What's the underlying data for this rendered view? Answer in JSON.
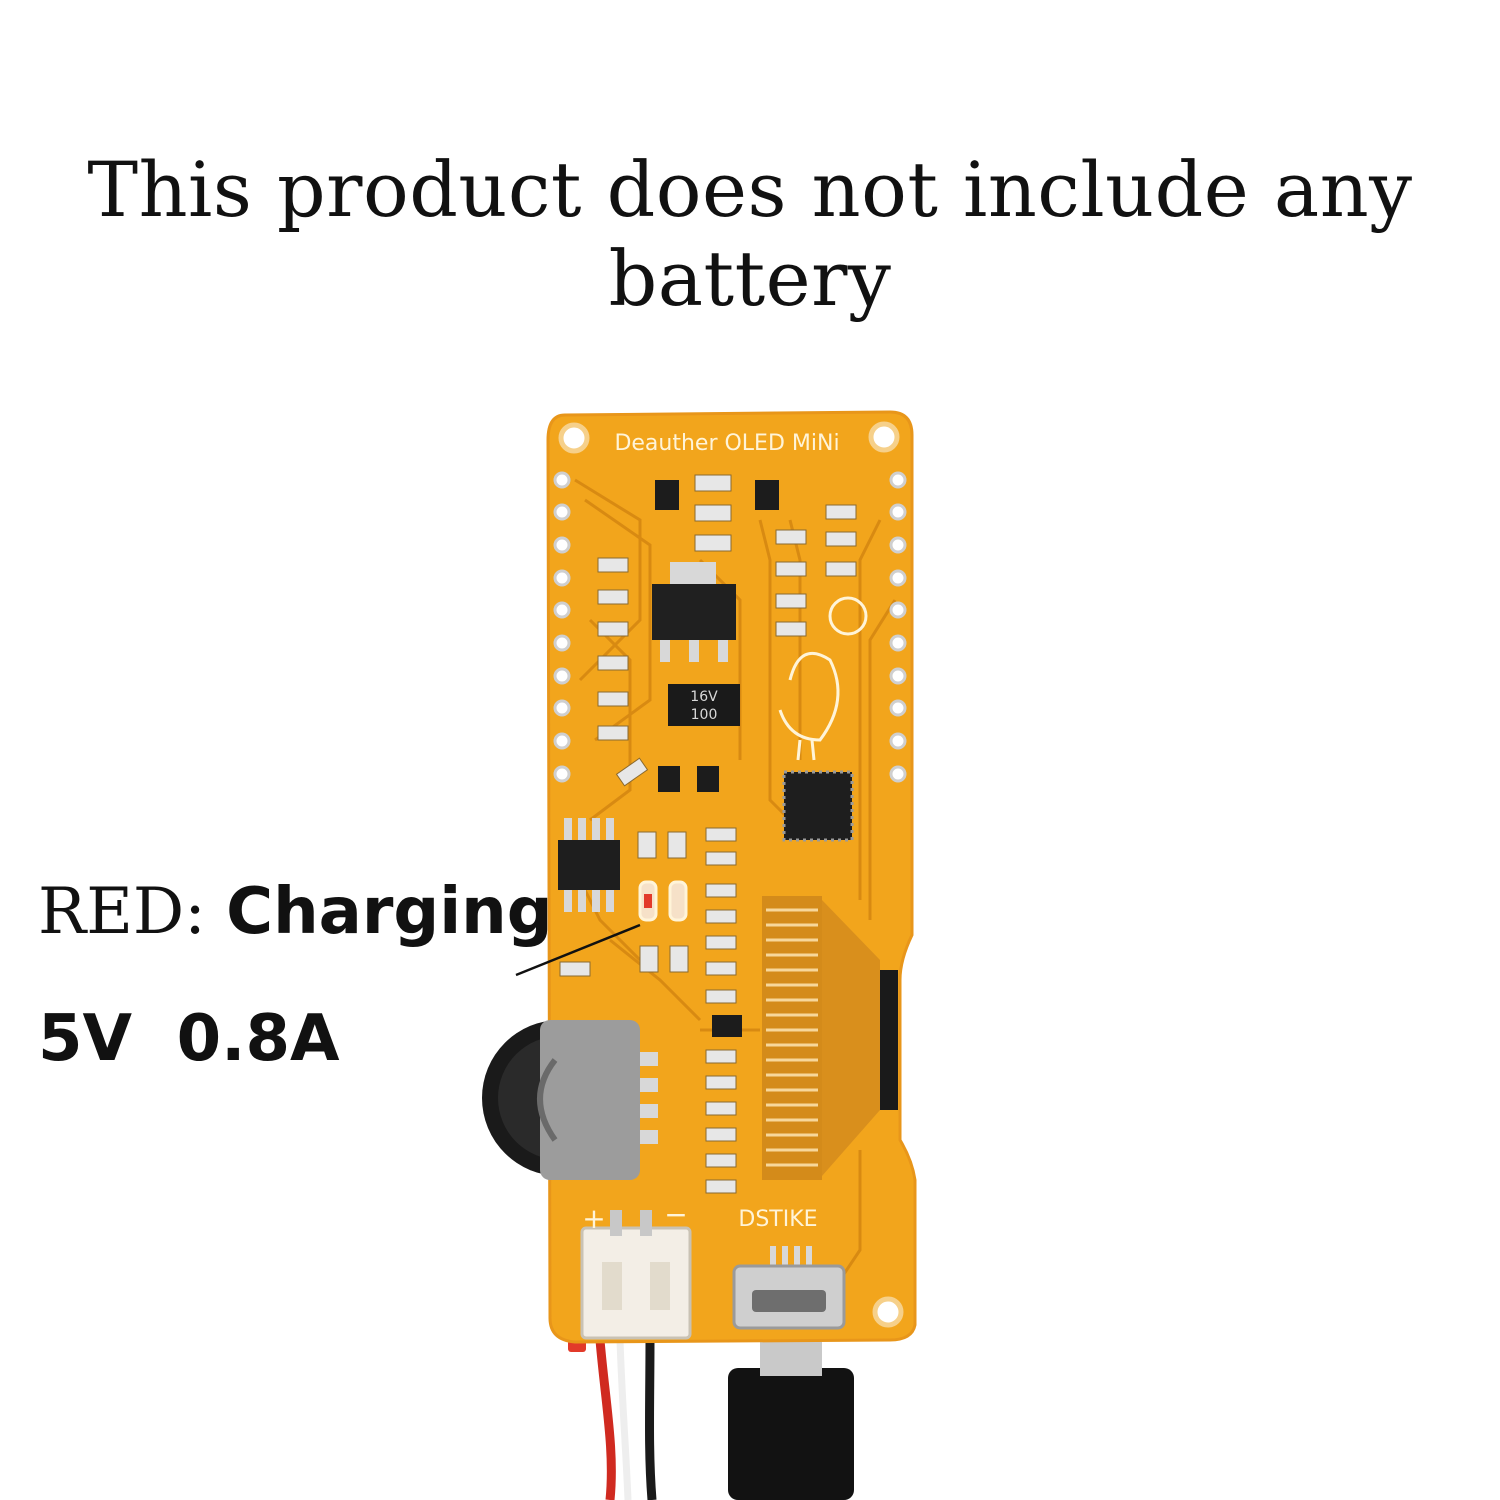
{
  "headline": "This product does not include any battery",
  "callout": {
    "prefix": "RED:",
    "label": "Charging",
    "spec": "5V  0.8A"
  },
  "board": {
    "silkscreen_title": "Deauther OLED MiNi",
    "brand": "DSTIKE",
    "capacitor_text_1": "16V",
    "capacitor_text_2": "100",
    "plus_mark": "+",
    "minus_mark": "−"
  },
  "colors": {
    "pcb": "#f2a51c",
    "pcb_edge": "#e8961a",
    "trace": "#d88a12",
    "led_red": "#e23a2a",
    "cable": "#111111"
  }
}
